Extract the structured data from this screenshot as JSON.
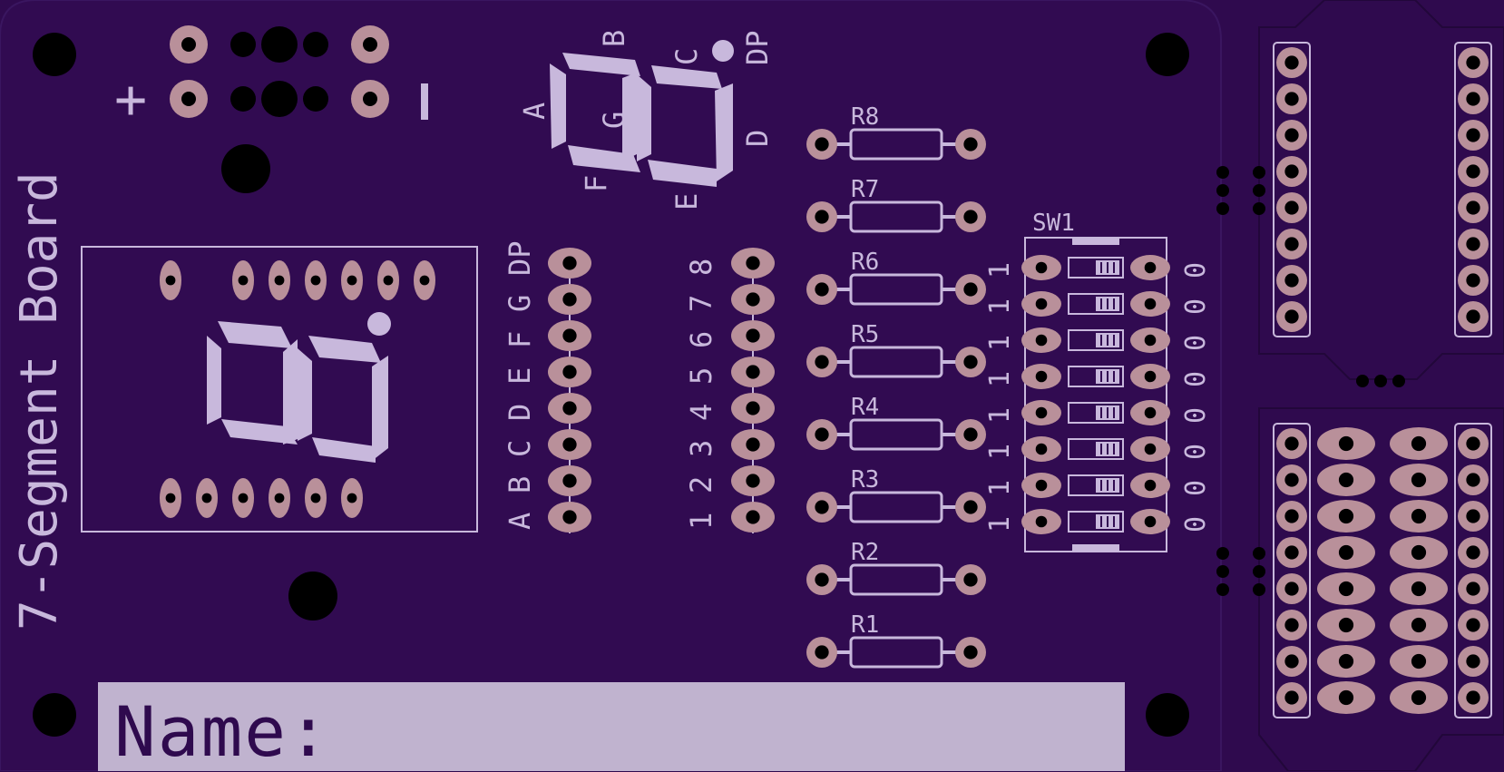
{
  "board": {
    "title": "7-Segment Board",
    "name_label": "Name:",
    "colors": {
      "substrate": "#2f0a4e",
      "silkscreen": "#c8b8dc",
      "pad_copper": "#b9909a",
      "drill": "#000000"
    }
  },
  "power": {
    "plus": "+",
    "minus": "|"
  },
  "top_display": {
    "segments": [
      "A",
      "B",
      "C",
      "D",
      "E",
      "F",
      "G",
      "DP"
    ]
  },
  "header_left": {
    "labels": [
      "A",
      "B",
      "C",
      "D",
      "E",
      "F",
      "G",
      "DP"
    ]
  },
  "header_right": {
    "labels": [
      "1",
      "2",
      "3",
      "4",
      "5",
      "6",
      "7",
      "8"
    ]
  },
  "resistors": [
    "R8",
    "R7",
    "R6",
    "R5",
    "R4",
    "R3",
    "R2",
    "R1"
  ],
  "dip_switch": {
    "label": "SW1",
    "left_labels": [
      "1",
      "1",
      "1",
      "1",
      "1",
      "1",
      "1",
      "1"
    ],
    "right_labels": [
      "0",
      "0",
      "0",
      "0",
      "0",
      "0",
      "0",
      "0"
    ]
  }
}
